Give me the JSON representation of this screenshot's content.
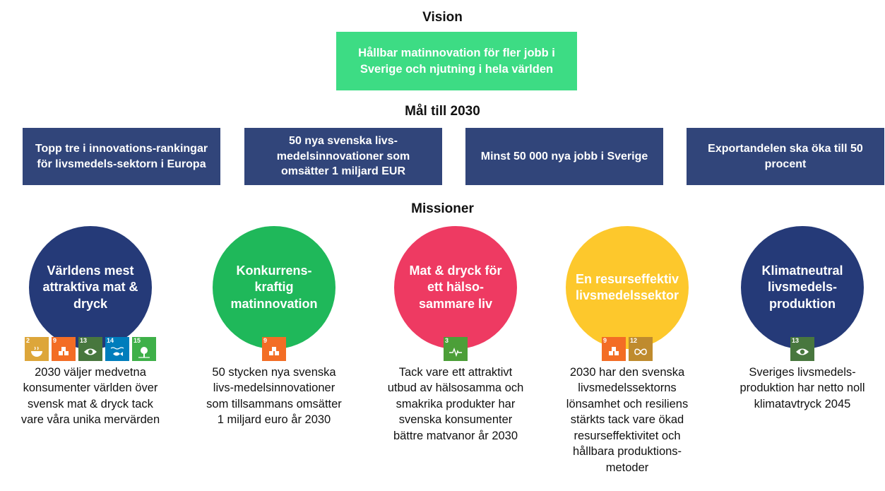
{
  "vision": {
    "heading": "Vision",
    "text": "Hållbar matinnovation för fler jobb i Sverige och njutning i hela världen",
    "color": "#3ddc84"
  },
  "goals": {
    "heading": "Mål till 2030",
    "color": "#31457a",
    "items": [
      {
        "text": "Topp tre i innovations-rankingar för livsmedels-sektorn i Europa"
      },
      {
        "text": "50 nya svenska livs-medelsinnovationer som omsätter 1 miljard EUR"
      },
      {
        "text": "Minst 50 000 nya jobb i Sverige"
      },
      {
        "text": "Exportandelen ska öka till 50 procent"
      }
    ]
  },
  "missions": {
    "heading": "Missioner",
    "items": [
      {
        "title": "Världens mest attraktiva mat & dryck",
        "color": "#253a78",
        "sdgs": [
          {
            "num": "2",
            "color": "#dda63a",
            "icon": "bowl-icon"
          },
          {
            "num": "9",
            "color": "#f36d25",
            "icon": "cubes-icon"
          },
          {
            "num": "13",
            "color": "#48773e",
            "icon": "eye-icon"
          },
          {
            "num": "14",
            "color": "#007dbc",
            "icon": "fish-icon"
          },
          {
            "num": "15",
            "color": "#3eb049",
            "icon": "tree-icon"
          }
        ],
        "text": "2030 väljer medvetna konsumenter världen över svensk mat & dryck tack vare våra unika mervärden"
      },
      {
        "title": "Konkurrens-kraftig matinnovation",
        "color": "#1fb85a",
        "sdgs": [
          {
            "num": "9",
            "color": "#f36d25",
            "icon": "cubes-icon"
          }
        ],
        "text": "50 stycken nya svenska livs-medelsinnovationer som tillsammans omsätter 1 miljard euro år 2030"
      },
      {
        "title": "Mat & dryck för ett hälso-sammare liv",
        "color": "#ee3a62",
        "sdgs": [
          {
            "num": "3",
            "color": "#4c9f38",
            "icon": "heartbeat-icon"
          }
        ],
        "text": "Tack vare ett attraktivt utbud av hälsosamma och smakrika produkter har svenska konsumenter bättre matvanor år 2030"
      },
      {
        "title": "En resurseffektiv livsmedelssektor",
        "color": "#fdc82c",
        "sdgs": [
          {
            "num": "9",
            "color": "#f36d25",
            "icon": "cubes-icon"
          },
          {
            "num": "12",
            "color": "#bf8b2e",
            "icon": "infinity-icon"
          }
        ],
        "text": "2030 har den svenska livsmedelssektorns lönsamhet och resiliens stärkts tack vare ökad resurseffektivitet och hållbara produktions-metoder"
      },
      {
        "title": "Klimatneutral livsmedels-produktion",
        "color": "#253a78",
        "sdgs": [
          {
            "num": "13",
            "color": "#48773e",
            "icon": "eye-icon"
          }
        ],
        "text": "Sveriges livsmedels-produktion har netto noll klimatavtryck 2045"
      }
    ]
  }
}
